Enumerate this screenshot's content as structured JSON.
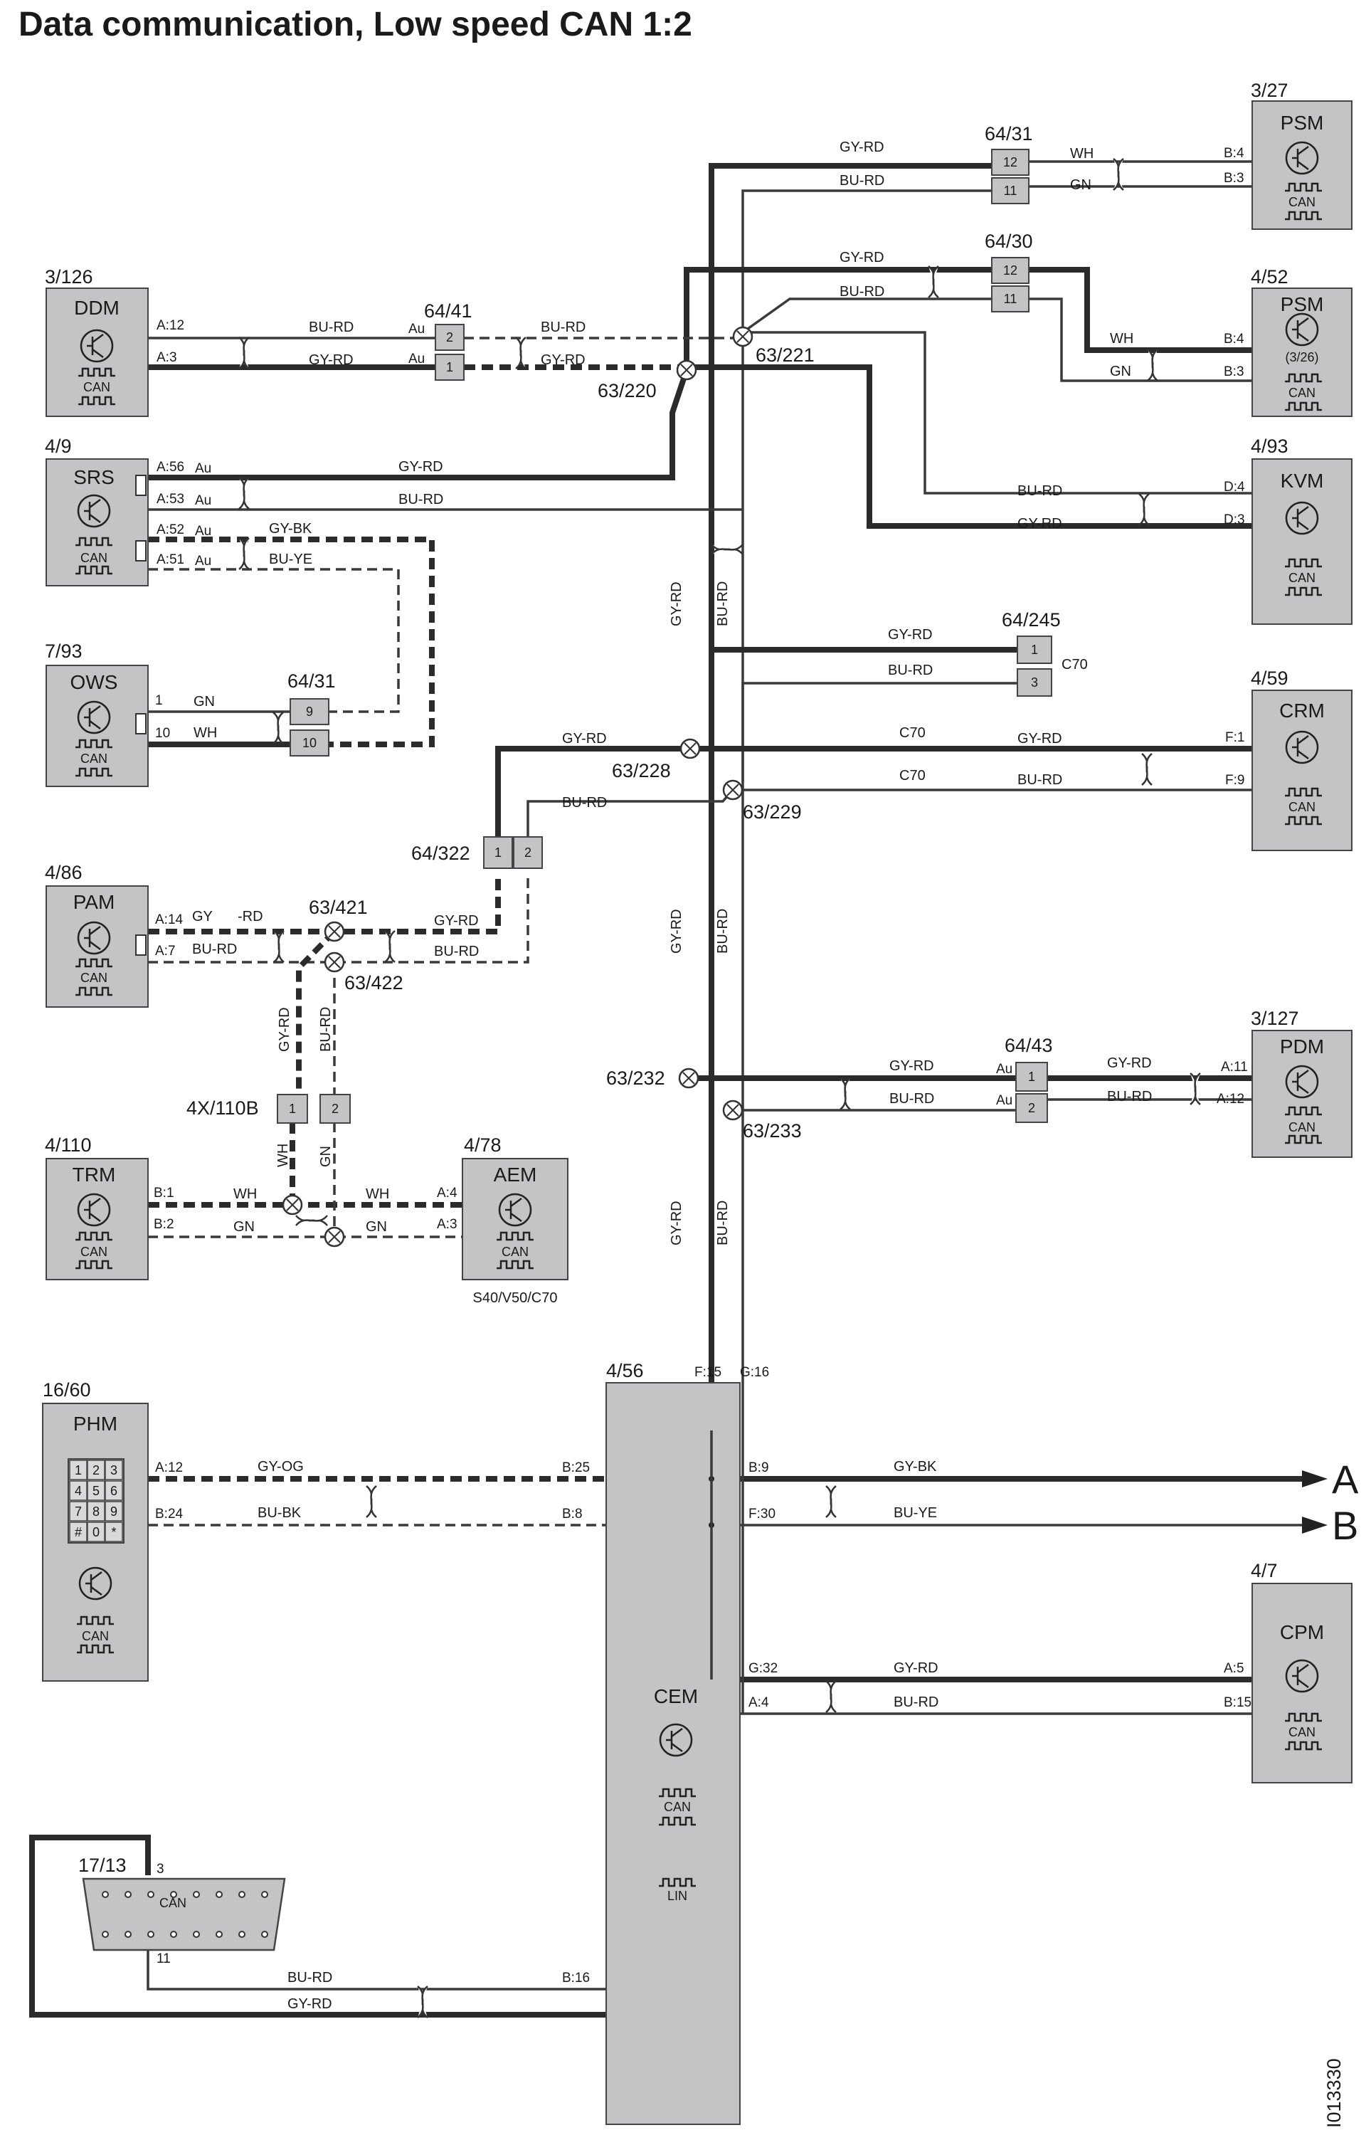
{
  "title": "Data communication, Low speed CAN 1:2",
  "figure_id": "I013330",
  "variant_note": "S40/V50/C70",
  "modules": [
    {
      "ref": "3/27",
      "name": "PSM",
      "bus": "CAN"
    },
    {
      "ref": "4/52",
      "name": "PSM",
      "sub": "(3/26)",
      "bus": "CAN"
    },
    {
      "ref": "3/126",
      "name": "DDM",
      "bus": "CAN"
    },
    {
      "ref": "4/9",
      "name": "SRS",
      "bus": "CAN"
    },
    {
      "ref": "4/93",
      "name": "KVM",
      "bus": "CAN"
    },
    {
      "ref": "7/93",
      "name": "OWS",
      "bus": "CAN"
    },
    {
      "ref": "4/59",
      "name": "CRM",
      "bus": "CAN"
    },
    {
      "ref": "4/86",
      "name": "PAM",
      "bus": "CAN"
    },
    {
      "ref": "3/127",
      "name": "PDM",
      "bus": "CAN"
    },
    {
      "ref": "4/110",
      "name": "TRM",
      "bus": "CAN"
    },
    {
      "ref": "4/78",
      "name": "AEM",
      "bus": "CAN"
    },
    {
      "ref": "16/60",
      "name": "PHM",
      "bus": "CAN"
    },
    {
      "ref": "4/56",
      "name": "CEM",
      "bus": "CAN",
      "bus2": "LIN"
    },
    {
      "ref": "4/7",
      "name": "CPM",
      "bus": "CAN"
    },
    {
      "ref": "17/13",
      "name": "",
      "bus": "CAN"
    }
  ],
  "keypad": [
    "1",
    "2",
    "3",
    "4",
    "5",
    "6",
    "7",
    "8",
    "9",
    "#",
    "0",
    "*"
  ],
  "connectors": [
    "64/31",
    "64/30",
    "64/41",
    "64/31",
    "64/245",
    "64/322",
    "4X/110B",
    "64/43"
  ],
  "splices": [
    "63/221",
    "63/220",
    "63/228",
    "63/229",
    "63/421",
    "63/422",
    "63/232",
    "63/233"
  ],
  "wire_colors": [
    "GY-RD",
    "BU-RD",
    "WH",
    "GN",
    "GY-BK",
    "BU-YE",
    "GY-OG",
    "BU-BK",
    "GY",
    "-RD"
  ],
  "pins": [
    "B:4",
    "B:3",
    "A:12",
    "A:3",
    "Au",
    "A:56",
    "A:53",
    "A:52",
    "A:51",
    "D:4",
    "D:3",
    "1",
    "10",
    "2",
    "9",
    "3",
    "12",
    "11",
    "F:1",
    "F:9",
    "A:14",
    "A:7",
    "A:12",
    "B:1",
    "B:2",
    "A:4",
    "A:3",
    "A:11",
    "B:24",
    "B:25",
    "B:8",
    "B:9",
    "F:30",
    "F:15",
    "G:16",
    "G:32",
    "A:4",
    "A:5",
    "B:15",
    "B:16"
  ],
  "variant_labels": [
    "C70",
    "C70",
    "C70"
  ],
  "outputs": [
    "A",
    "B"
  ]
}
